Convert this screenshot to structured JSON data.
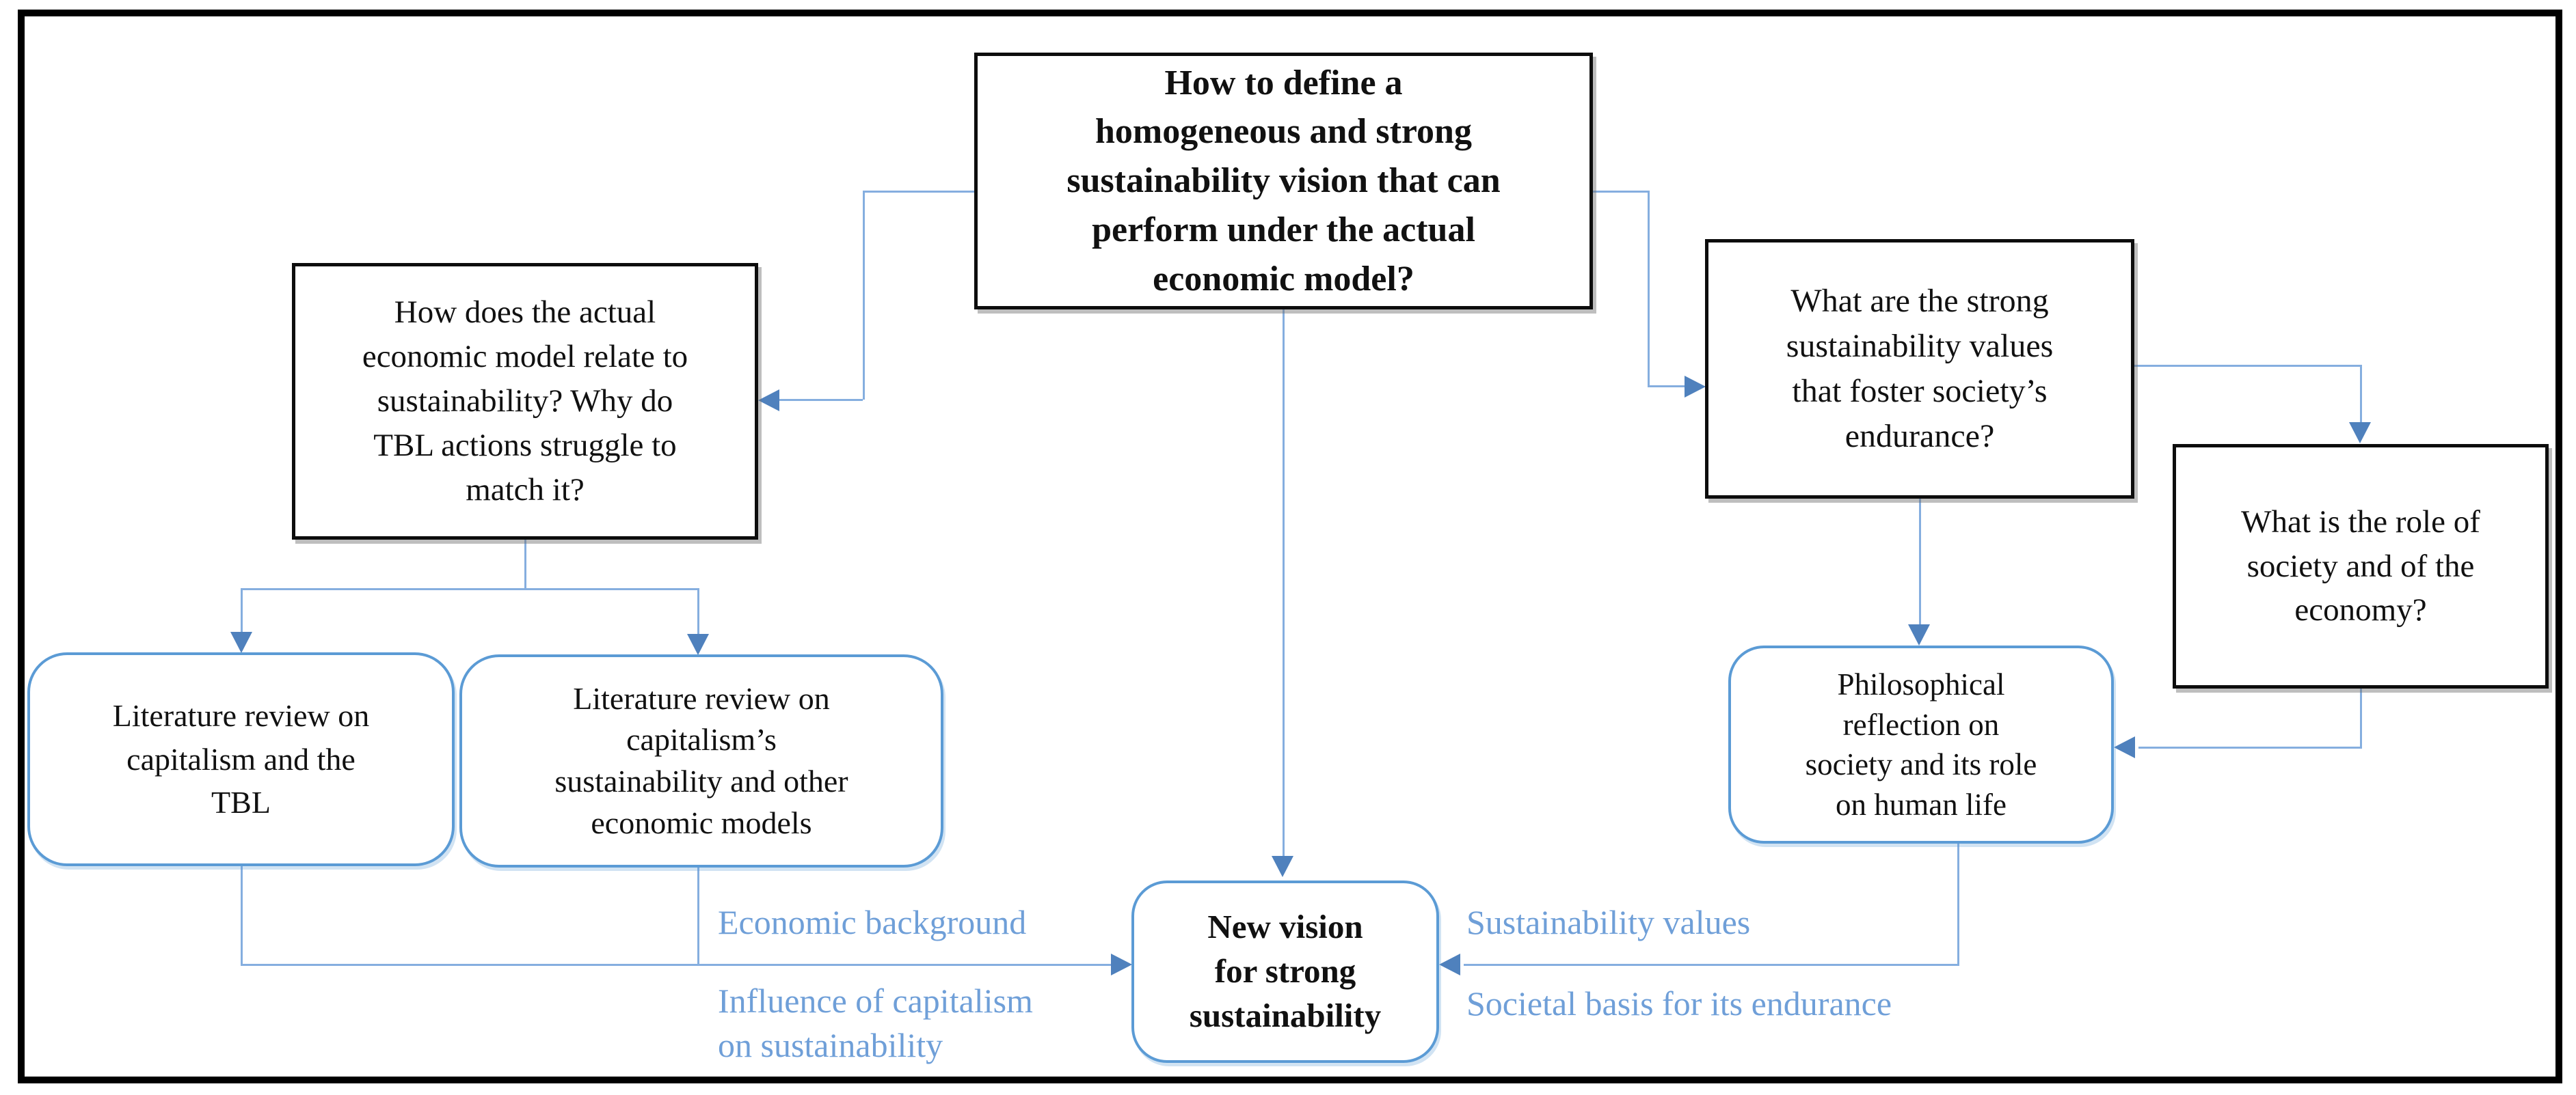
{
  "figure": {
    "type": "flowchart",
    "background": "#ffffff",
    "frame_color": "#000000",
    "connector_color": "#85AEDF",
    "arrowhead_color": "#4F81BD",
    "question_box_border": "#0d0d0d",
    "action_box_border": "#5B9BD5",
    "edge_label_color": "#6F9FD8"
  },
  "nodes": {
    "main_question": {
      "text": "How to define a\nhomogeneous and strong\nsustainability vision that can\nperform under the actual\neconomic model?",
      "shape": "rectangle",
      "emphasis": "bold"
    },
    "left_question": {
      "text": "How does the actual\neconomic model relate to\nsustainability? Why do\nTBL actions struggle to\nmatch it?",
      "shape": "rectangle"
    },
    "right_question": {
      "text": "What are the strong\nsustainability values\nthat foster society’s\nendurance?",
      "shape": "rectangle"
    },
    "role_question": {
      "text": "What is the role of\nsociety and of the\neconomy?",
      "shape": "rectangle"
    },
    "literature_review_tbl": {
      "text": "Literature review on\ncapitalism and the\nTBL",
      "shape": "rounded"
    },
    "literature_review_models": {
      "text": "Literature review on\ncapitalism’s\nsustainability and other\neconomic models",
      "shape": "rounded"
    },
    "philosophical_reflection": {
      "text": "Philosophical\nreflection on\nsociety and its role\non human life",
      "shape": "rounded"
    },
    "new_vision": {
      "text": "New vision\nfor strong\nsustainability",
      "shape": "rounded",
      "emphasis": "bold"
    }
  },
  "edge_labels": {
    "economic_background": "Economic background",
    "influence_capitalism": "Influence of capitalism\non sustainability",
    "sustainability_values": "Sustainability values",
    "societal_basis": "Societal basis for its endurance"
  }
}
